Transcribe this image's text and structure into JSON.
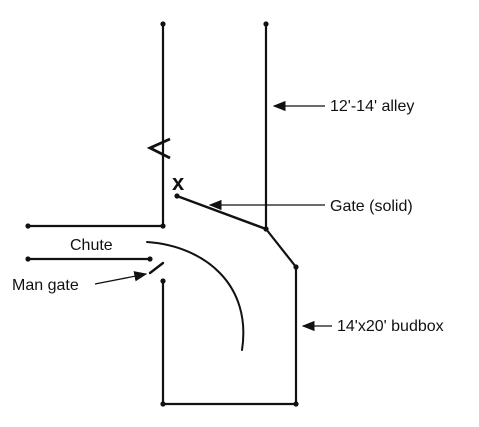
{
  "labels": {
    "alley": "12'-14' alley",
    "gate": "Gate (solid)",
    "chute": "Chute",
    "man_gate": "Man gate",
    "budbox": "14'x20' budbox",
    "x_mark": "x"
  },
  "colors": {
    "line": "#111111",
    "background": "#ffffff"
  }
}
